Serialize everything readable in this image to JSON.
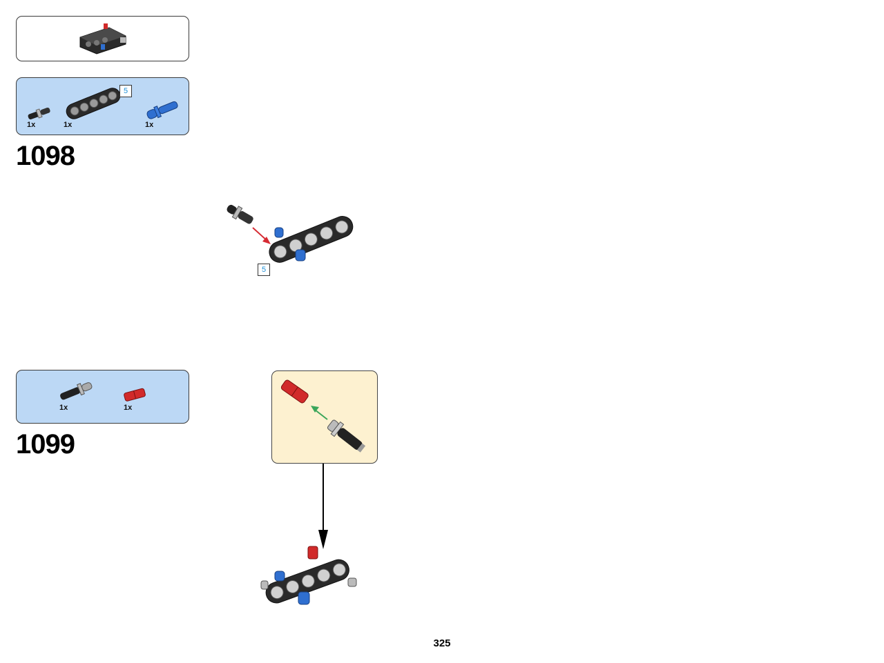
{
  "page_number": "325",
  "submodel_preview": {
    "icon": "submodel-icon"
  },
  "step_1098": {
    "number": "1098",
    "parts": [
      {
        "qty": "1x",
        "icon": "pin-with-bush-icon"
      },
      {
        "qty": "1x",
        "icon": "beam-5-icon"
      },
      {
        "qty": "1x",
        "icon": "blue-axle-pin-icon"
      }
    ],
    "beam_length_label": "5",
    "assembly_length_label": "5"
  },
  "step_1099": {
    "number": "1099",
    "parts": [
      {
        "qty": "1x",
        "icon": "long-pin-with-bush-icon"
      },
      {
        "qty": "1x",
        "icon": "red-connector-icon"
      }
    ]
  },
  "colors": {
    "parts_box": "#bcd8f5",
    "callout_box": "#fdf1d0",
    "red_arrow": "#d62b33",
    "green_arrow": "#3aa65a",
    "length_label": "#1d8fd6"
  }
}
